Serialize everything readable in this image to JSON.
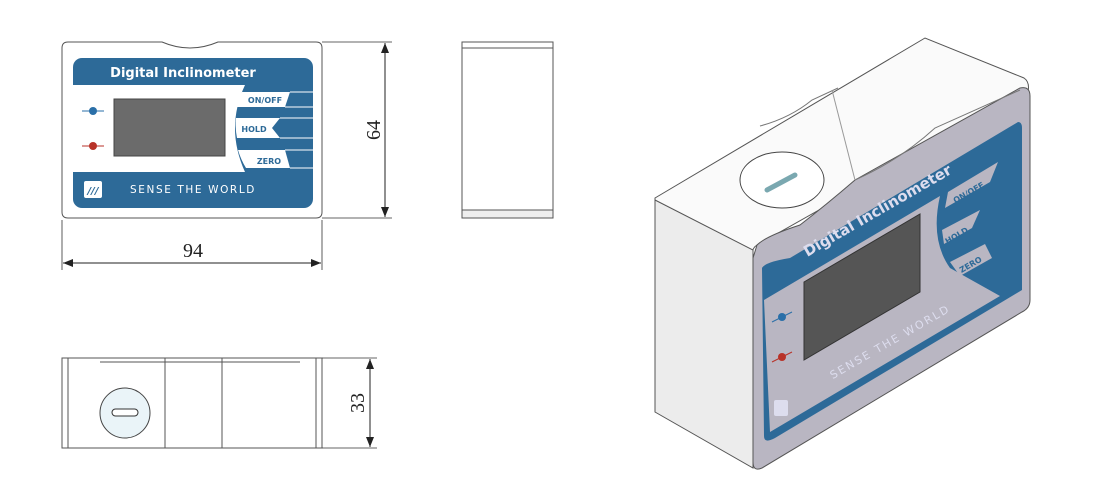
{
  "product": {
    "title": "Digital Inclinometer",
    "buttons": [
      "ON/OFF",
      "HOLD",
      "ZERO"
    ],
    "slogan": "SENSE THE WORLD",
    "logo": "///"
  },
  "dimensions": {
    "width": "94",
    "height": "64",
    "depth": "33"
  },
  "colors": {
    "panel_blue": "#2d6a98",
    "display_gray": "#6b6b6b",
    "led_blue": "#2a6fa8",
    "led_red": "#b83228"
  }
}
